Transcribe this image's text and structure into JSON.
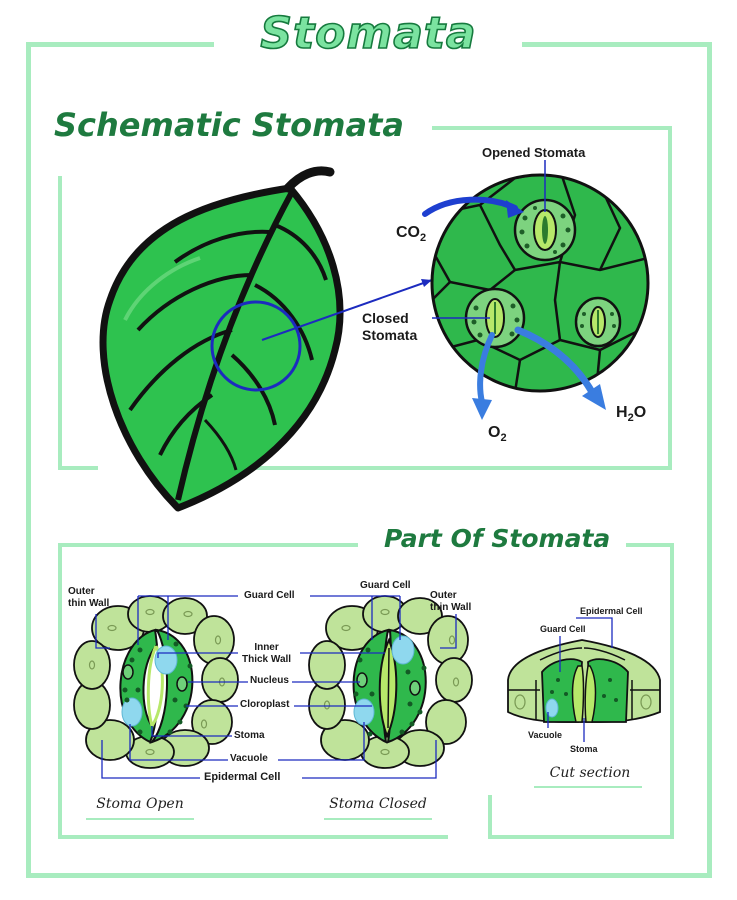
{
  "main_title": "Stomata",
  "schematic": {
    "title": "Schematic Stomata",
    "labels": {
      "opened": "Opened Stomata",
      "co2": "CO",
      "co2_sub": "2",
      "closed_line1": "Closed",
      "closed_line2": "Stomata",
      "o2": "O",
      "o2_sub": "2",
      "h2o_h": "H",
      "h2o_sub": "2",
      "h2o_o": "O"
    }
  },
  "parts": {
    "title": "Part Of Stomata",
    "labels": {
      "outer_thin_wall": [
        "Outer",
        "thin Wall"
      ],
      "guard_cell": "Guard Cell",
      "inner_thick_wall": [
        "Inner",
        "Thick Wall"
      ],
      "nucleus": "Nucleus",
      "chloroplast": "Cloroplast",
      "stoma": "Stoma",
      "vacuole": "Vacuole",
      "epidermal_cell": "Epidermal Cell"
    },
    "cut_labels": {
      "epidermal_cell": "Epidermal Cell",
      "guard_cell": "Guard Cell",
      "vacuole": "Vacuole",
      "stoma": "Stoma"
    },
    "captions": {
      "open": "Stoma Open",
      "closed": "Stoma Closed",
      "cut": "Cut section"
    }
  },
  "colors": {
    "frame": "#a8ecbf",
    "leaf": "#2ec24f",
    "cell_green": "#2fb84c",
    "guard_green": "#5ec86b",
    "epidermal": "#bfe39a",
    "vacuole": "#8fd8ee",
    "arrow_blue": "#3a7de0",
    "circle_blue": "#1c2bbf"
  }
}
